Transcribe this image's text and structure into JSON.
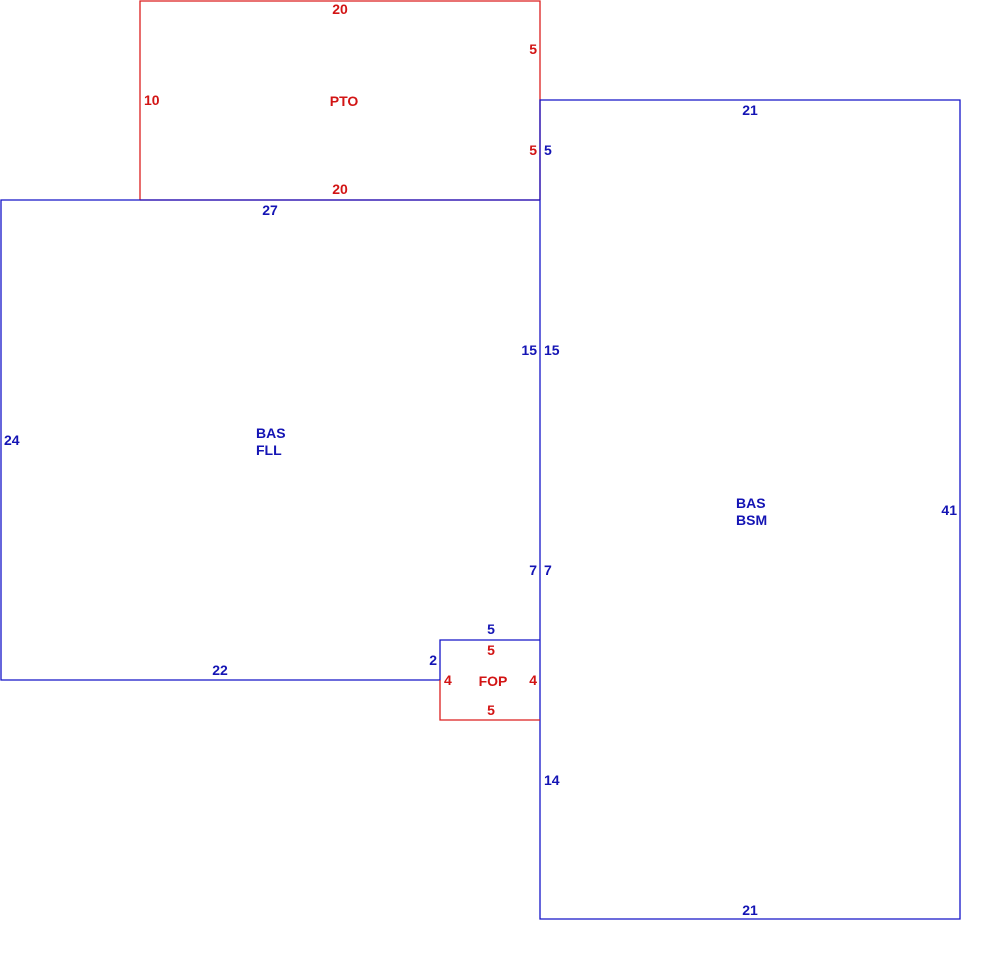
{
  "colors": {
    "living_area": "#1414b4",
    "porch_patio": "#d21414"
  },
  "areas": {
    "pto": {
      "code": "PTO",
      "sides": {
        "top": "20",
        "left": "10",
        "right_upper": "5",
        "right_lower": "5",
        "bottom": "20"
      }
    },
    "bas_fll": {
      "code1": "BAS",
      "code2": "FLL",
      "sides": {
        "top": "27",
        "left": "24",
        "right_upper": "15",
        "right_lower": "7",
        "notch_top": "5",
        "notch_left": "2",
        "bottom": "22"
      }
    },
    "bas_bsm": {
      "code1": "BAS",
      "code2": "BSM",
      "sides": {
        "top": "21",
        "left_upper": "5",
        "left_mid": "15",
        "left_lower": "7",
        "left_bottom": "14",
        "right": "41",
        "bottom": "21"
      }
    },
    "fop": {
      "code": "FOP",
      "sides": {
        "top": "5",
        "left": "4",
        "right": "4",
        "bottom": "5"
      }
    }
  }
}
